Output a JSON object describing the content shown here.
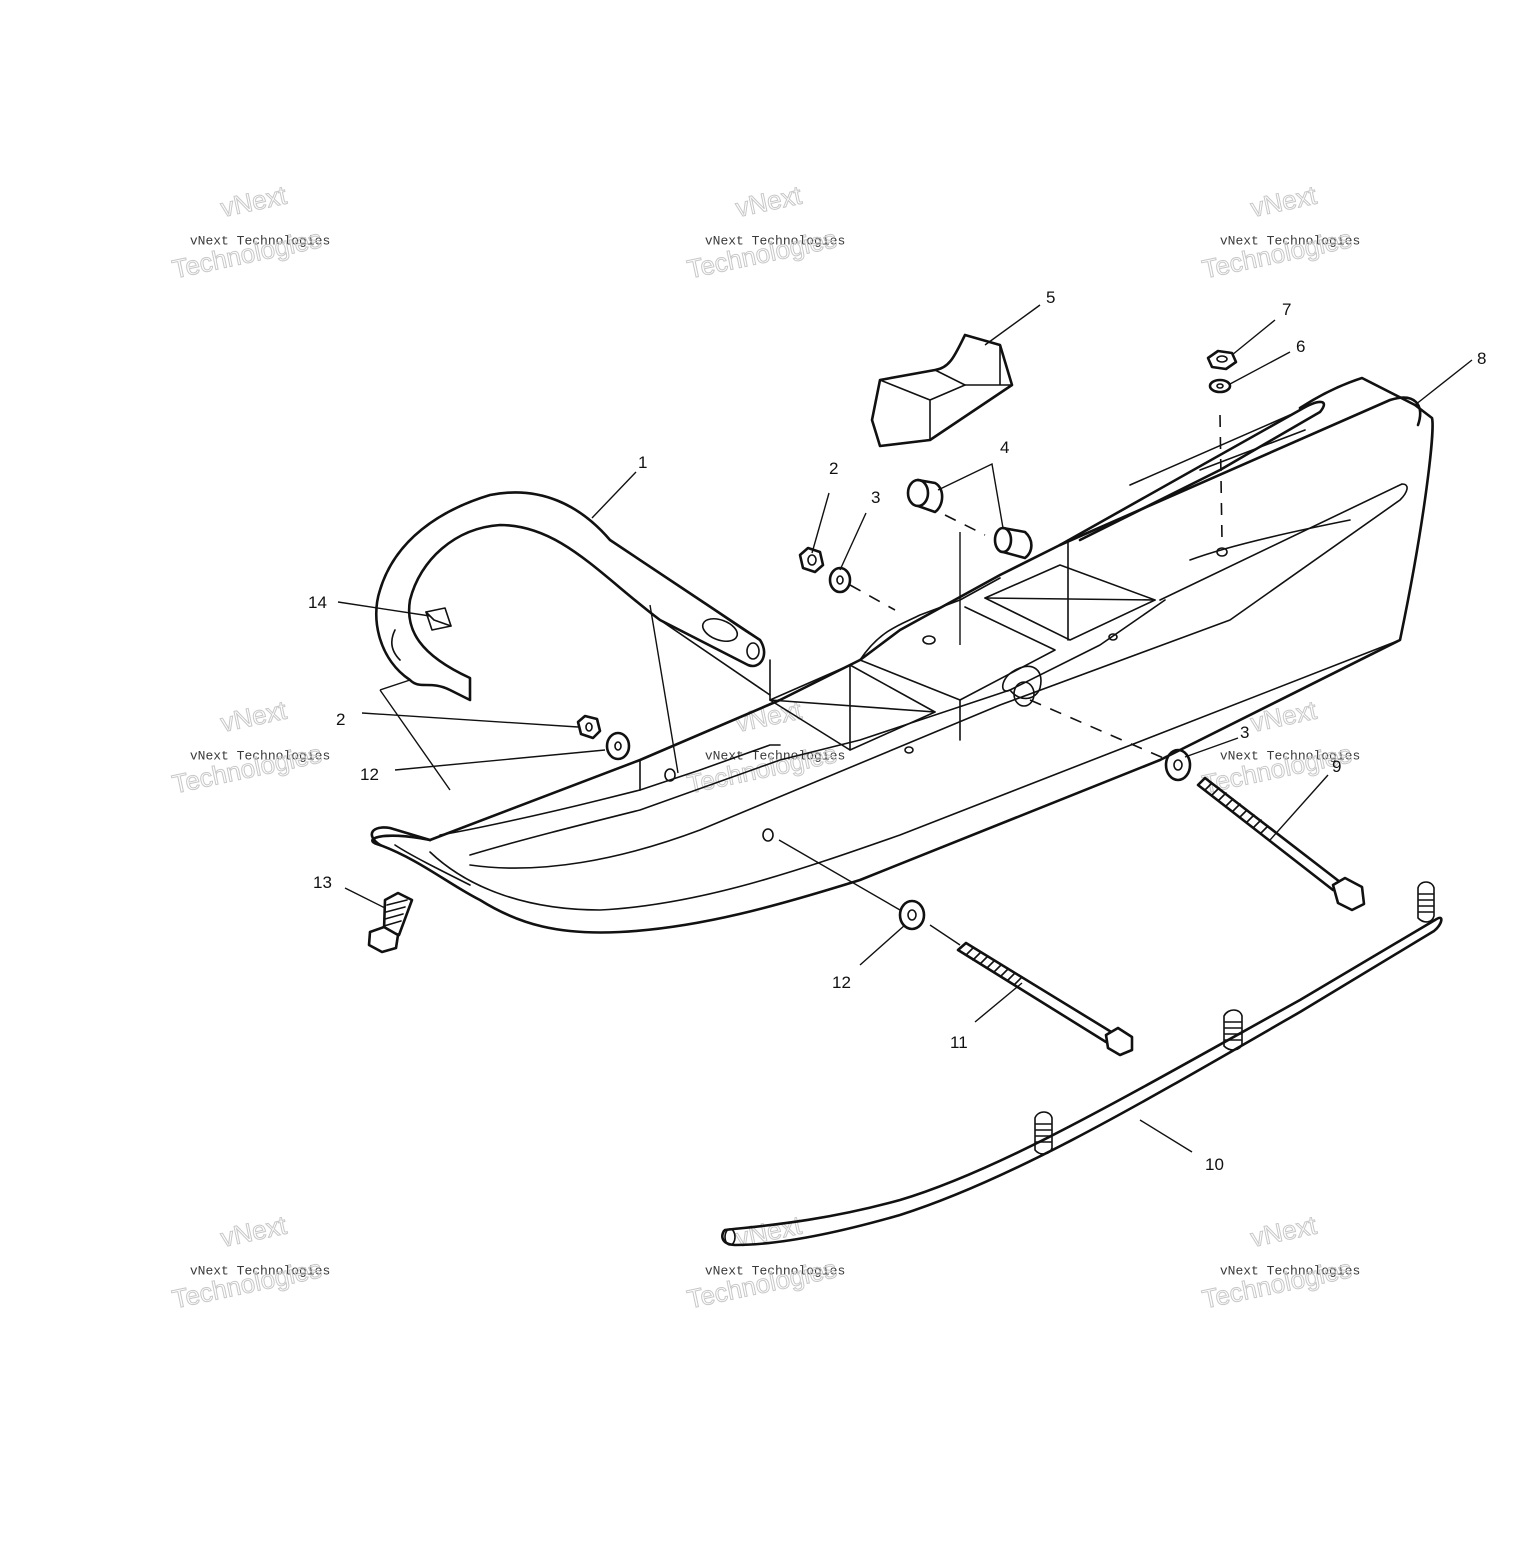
{
  "watermark": {
    "line_small": "vNext Technologies",
    "line_big_1": "vNext",
    "line_big_2": "Technologies"
  },
  "callouts": {
    "c1": "1",
    "c2a": "2",
    "c2b": "2",
    "c3a": "3",
    "c3b": "3",
    "c4": "4",
    "c5": "5",
    "c6": "6",
    "c7": "7",
    "c8": "8",
    "c9": "9",
    "c10": "10",
    "c11": "11",
    "c12a": "12",
    "c12b": "12",
    "c13": "13",
    "c14": "14"
  }
}
